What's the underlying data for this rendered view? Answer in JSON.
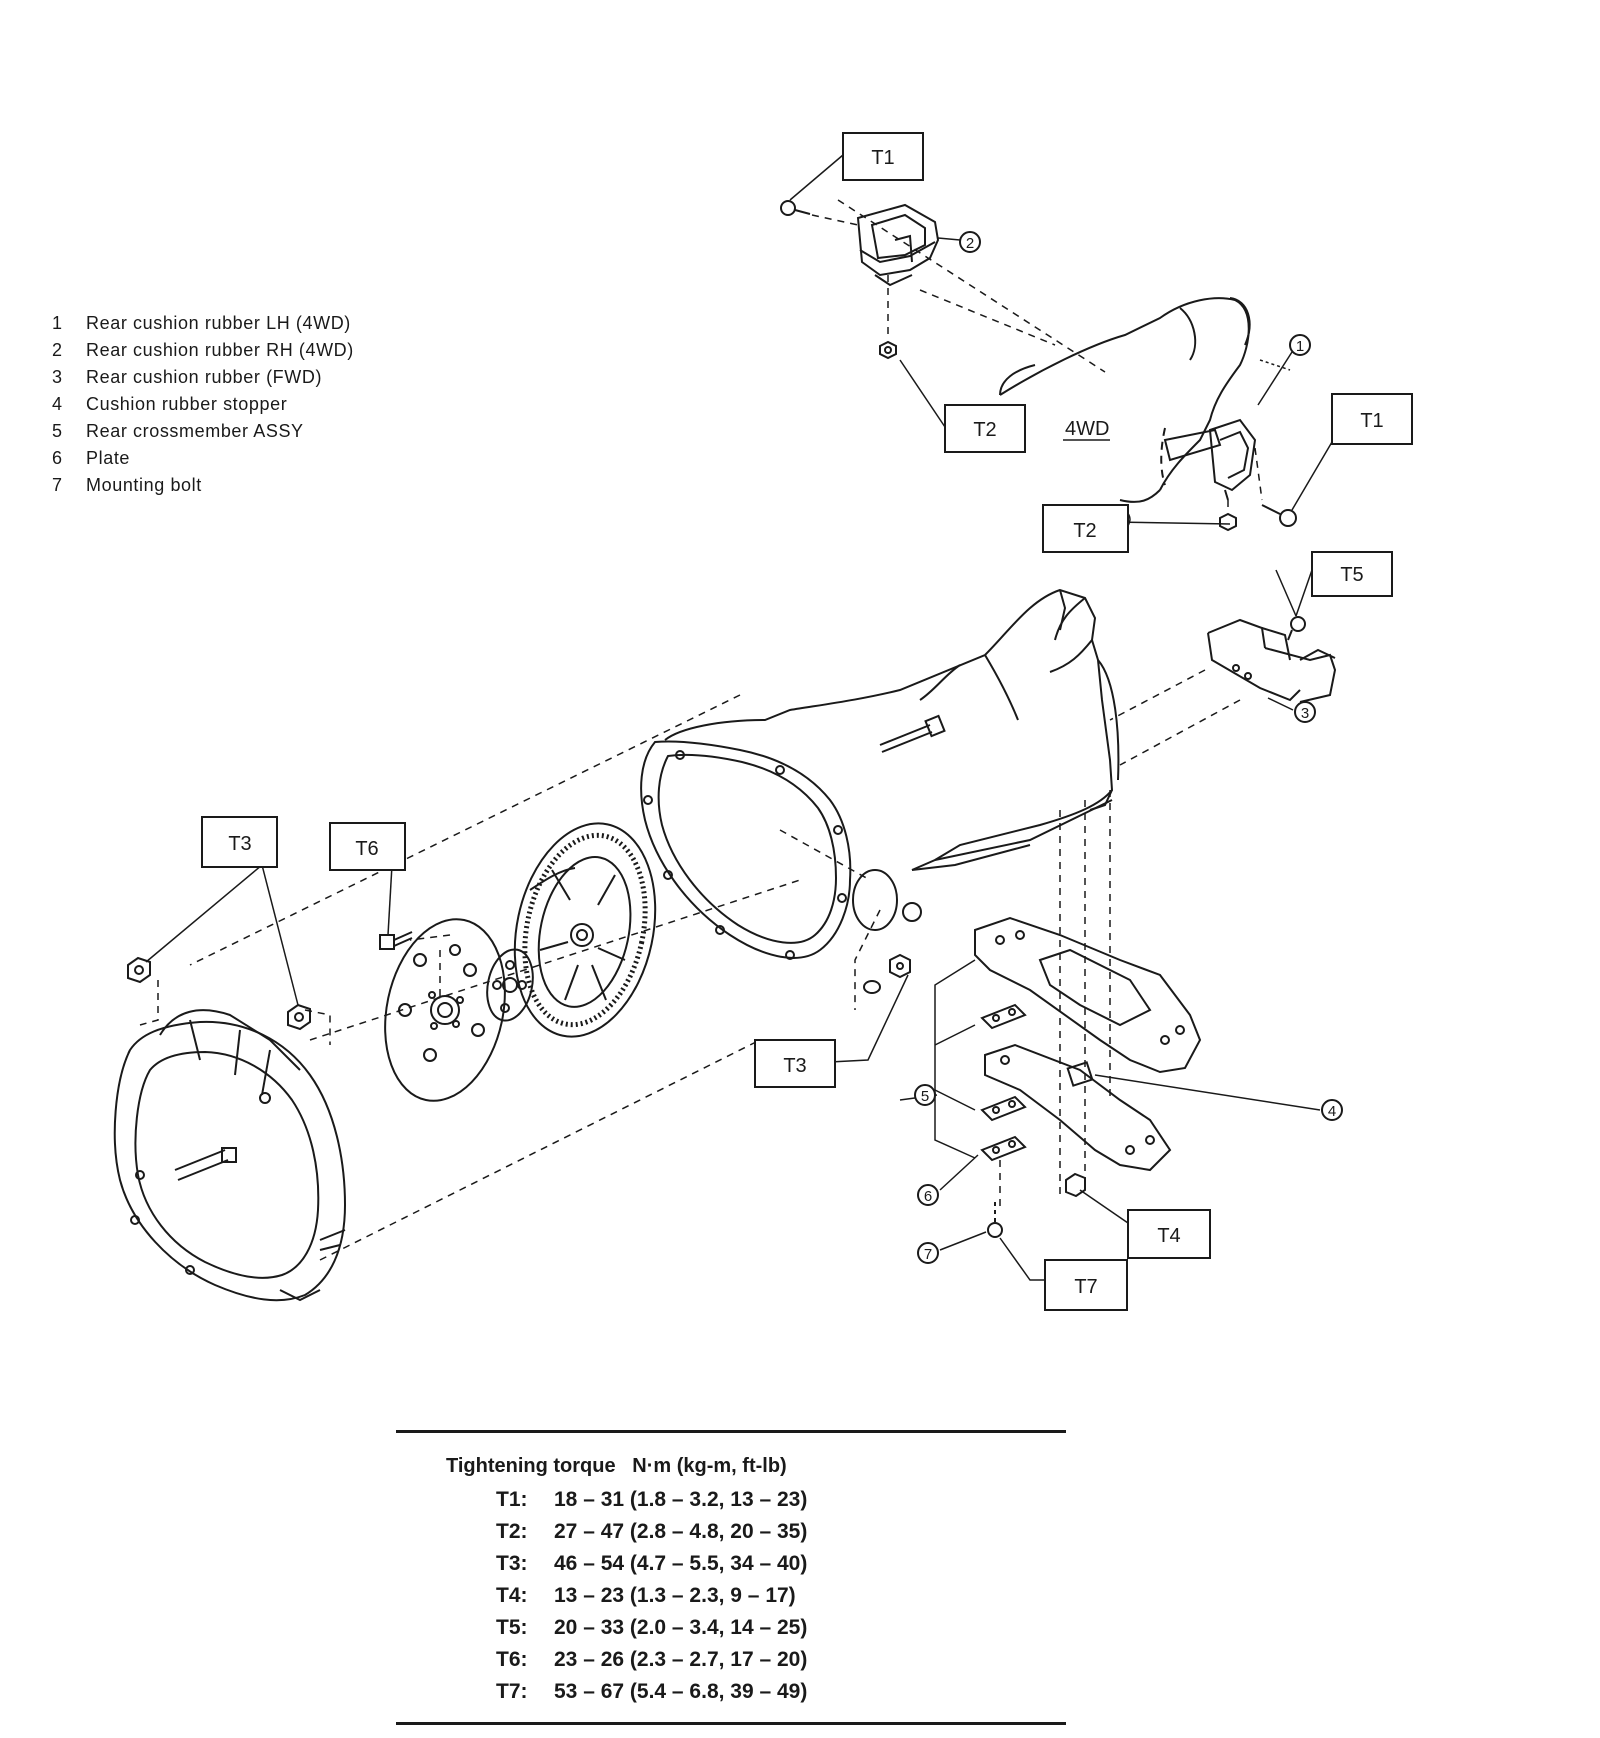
{
  "parts_list": [
    {
      "num": "1",
      "label": "Rear cushion rubber LH (4WD)"
    },
    {
      "num": "2",
      "label": "Rear cushion rubber RH (4WD)"
    },
    {
      "num": "3",
      "label": "Rear cushion rubber (FWD)"
    },
    {
      "num": "4",
      "label": "Cushion rubber stopper"
    },
    {
      "num": "5",
      "label": "Rear crossmember ASSY"
    },
    {
      "num": "6",
      "label": "Plate"
    },
    {
      "num": "7",
      "label": "Mounting bolt"
    }
  ],
  "callouts": {
    "t1": "T1",
    "t2": "T2",
    "t3": "T3",
    "t4": "T4",
    "t5": "T5",
    "t6": "T6",
    "t7": "T7",
    "four_wd": "4WD",
    "n1": "1",
    "n2": "2",
    "n3": "3",
    "n4": "4",
    "n5": "5",
    "n6": "6",
    "n7": "7"
  },
  "torque": {
    "title": "Tightening torque",
    "units": "N·m (kg-m, ft-lb)",
    "rows": [
      {
        "id": "T1:",
        "value": "18 – 31 (1.8 – 3.2, 13 – 23)"
      },
      {
        "id": "T2:",
        "value": "27 – 47 (2.8 – 4.8, 20 – 35)"
      },
      {
        "id": "T3:",
        "value": "46 – 54 (4.7 – 5.5, 34 – 40)"
      },
      {
        "id": "T4:",
        "value": "13 – 23 (1.3 – 2.3, 9 – 17)"
      },
      {
        "id": "T5:",
        "value": "20 – 33 (2.0 – 3.4, 14 – 25)"
      },
      {
        "id": "T6:",
        "value": "23 – 26 (2.3 – 2.7, 17 – 20)"
      },
      {
        "id": "T7:",
        "value": "53 – 67 (5.4 – 6.8, 39 – 49)"
      }
    ]
  },
  "colors": {
    "ink": "#1a1a1a",
    "paper": "#ffffff"
  }
}
